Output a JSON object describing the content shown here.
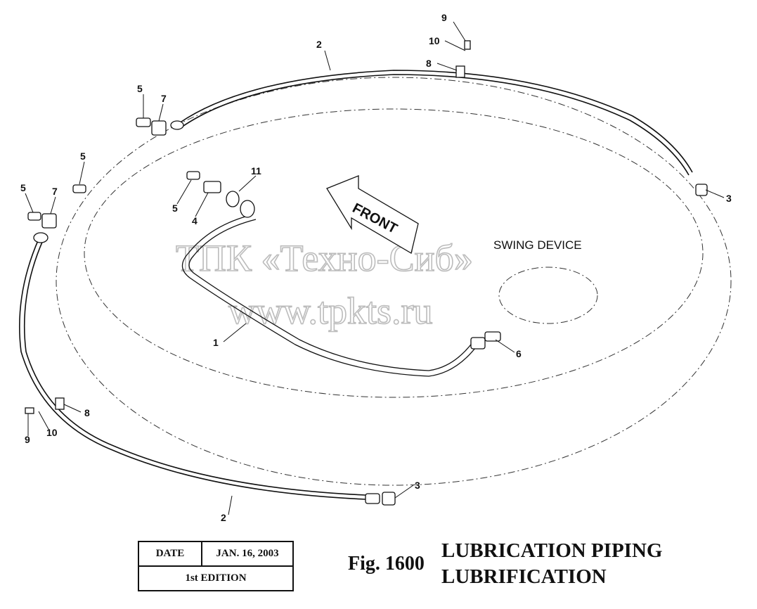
{
  "callouts": {
    "n9_top": "9",
    "n10_top": "10",
    "n8_top": "8",
    "n2_top": "2",
    "n5_a": "5",
    "n7_a": "7",
    "n5_b": "5",
    "n5_c": "5",
    "n7_b": "7",
    "n11": "11",
    "n5_d": "5",
    "n4": "4",
    "n3_right": "3",
    "n1": "1",
    "n6": "6",
    "n8_bottom": "8",
    "n9_bottom": "9",
    "n10_bottom": "10",
    "n3_bottom": "3",
    "n2_bottom": "2"
  },
  "labels": {
    "swing_device": "SWING DEVICE",
    "front": "FRONT"
  },
  "watermark": {
    "line1": "ТПК «Техно-Сиб»",
    "line2": "www.tpkts.ru"
  },
  "title_block": {
    "date_label": "DATE",
    "date_value": "JAN. 16, 2003",
    "edition": "1st EDITION"
  },
  "figure": {
    "number": "Fig. 1600",
    "title_line1": "LUBRICATION PIPING",
    "title_line2": "LUBRIFICATION"
  }
}
